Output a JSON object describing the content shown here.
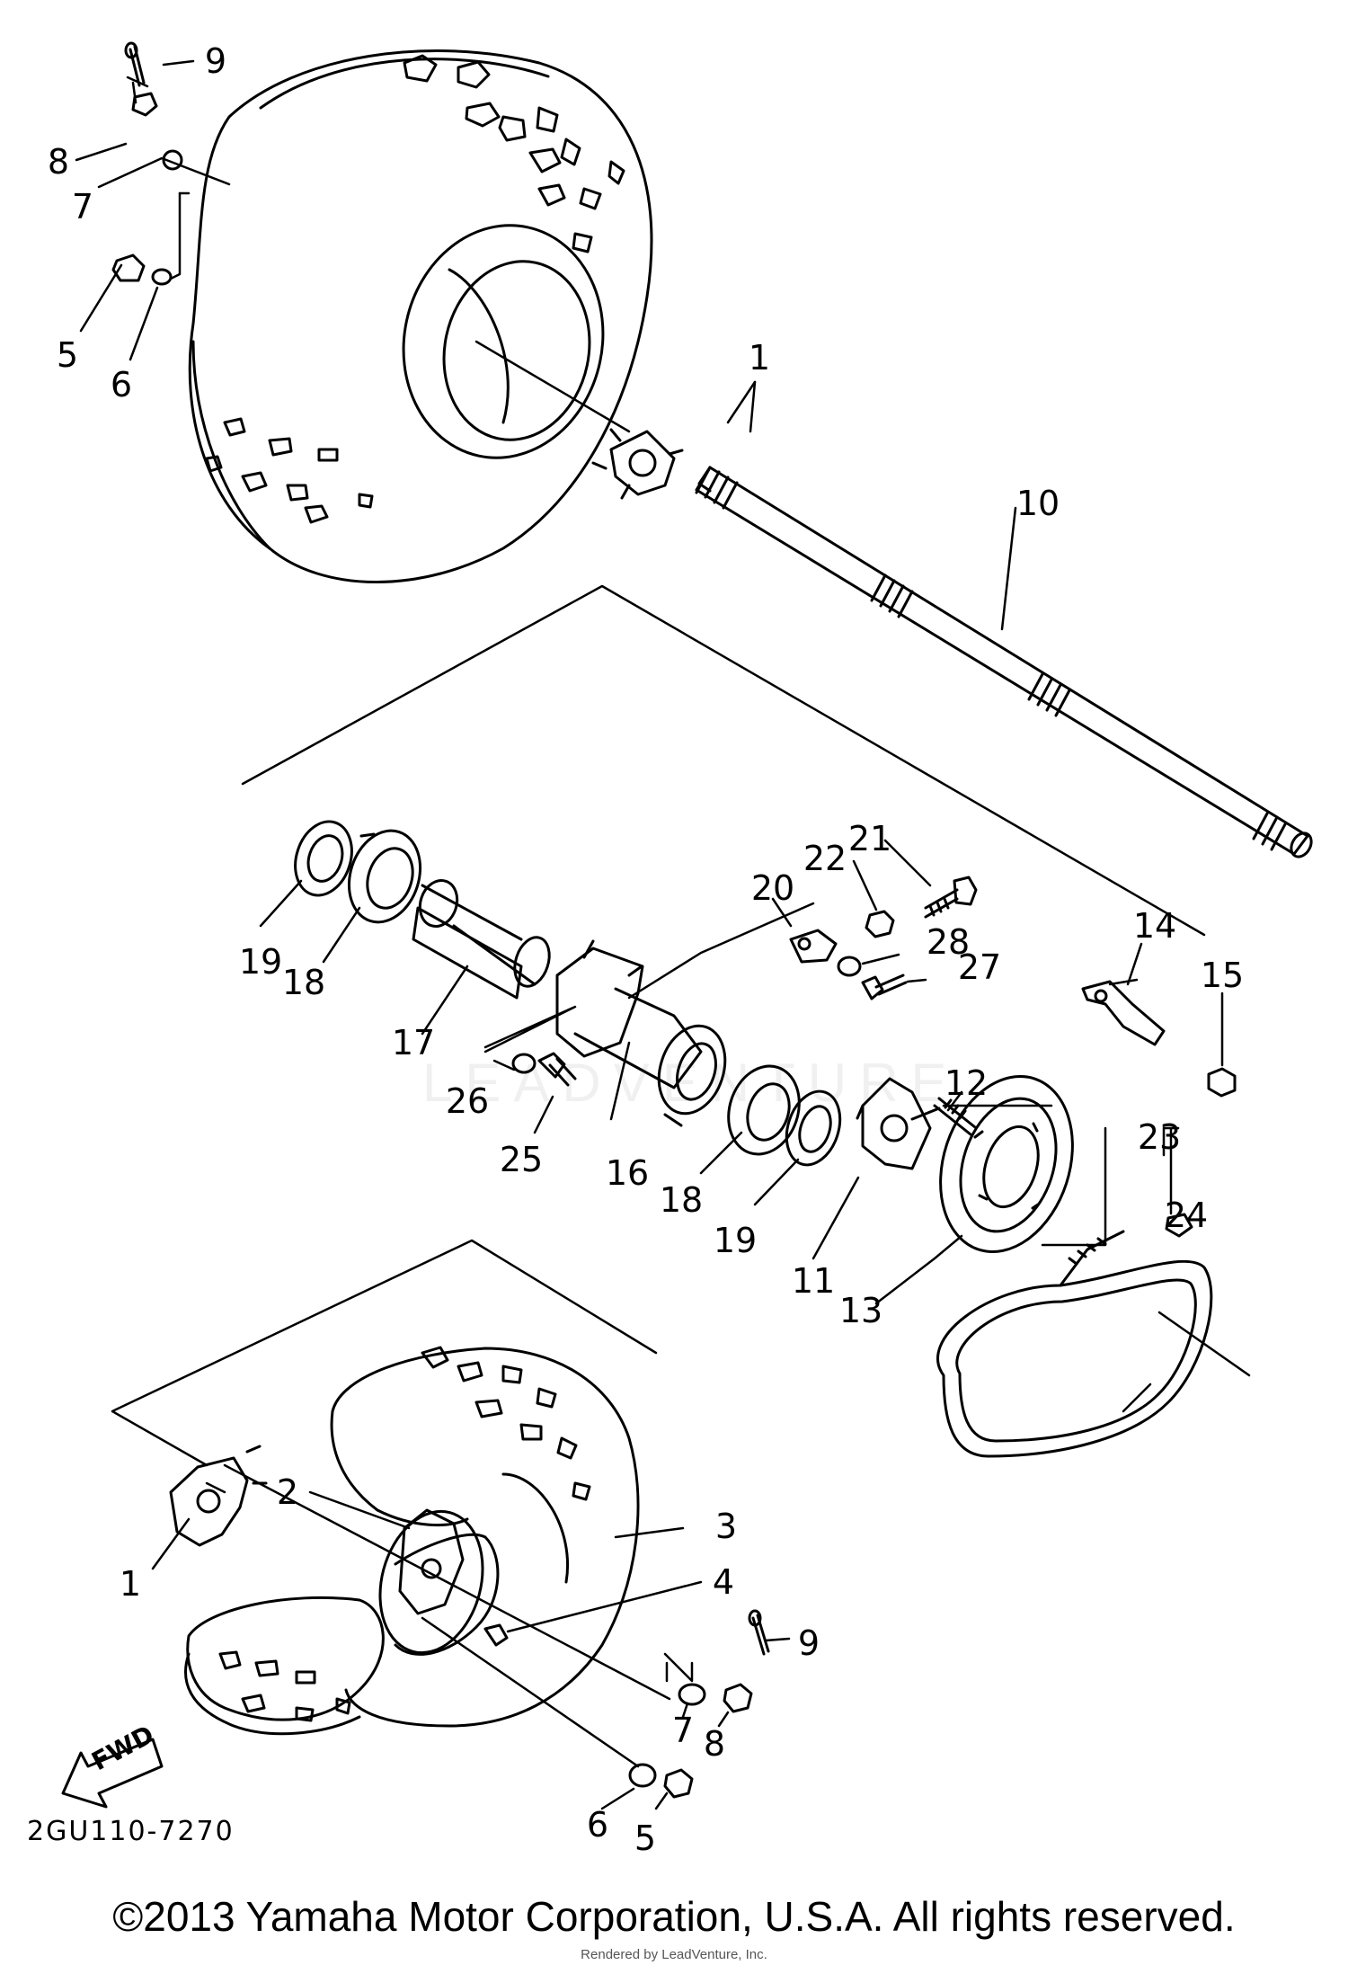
{
  "diagram_code": "2GU110-7270",
  "copyright": "©2013 Yamaha Motor Corporation, U.S.A. All rights reserved.",
  "rendered_by": "Rendered by LeadVenture, Inc.",
  "watermark": "LEADVENTURE",
  "fwd_label": "FWD",
  "callouts": {
    "c1_top": "1",
    "c1_bottom": "1",
    "c2": "2",
    "c3": "3",
    "c4": "4",
    "c5_top": "5",
    "c5_bottom": "5",
    "c6_top": "6",
    "c6_bottom": "6",
    "c7_top": "7",
    "c7_bottom": "7",
    "c8_top": "8",
    "c8_bottom": "8",
    "c9_top": "9",
    "c9_bottom": "9",
    "c10": "10",
    "c11": "11",
    "c12": "12",
    "c13": "13",
    "c14": "14",
    "c15": "15",
    "c16": "16",
    "c17": "17",
    "c18_left": "18",
    "c18_right": "18",
    "c19_left": "19",
    "c19_right": "19",
    "c20": "20",
    "c21": "21",
    "c22": "22",
    "c23": "23",
    "c24": "24",
    "c25": "25",
    "c26": "26",
    "c27": "27",
    "c28": "28"
  }
}
